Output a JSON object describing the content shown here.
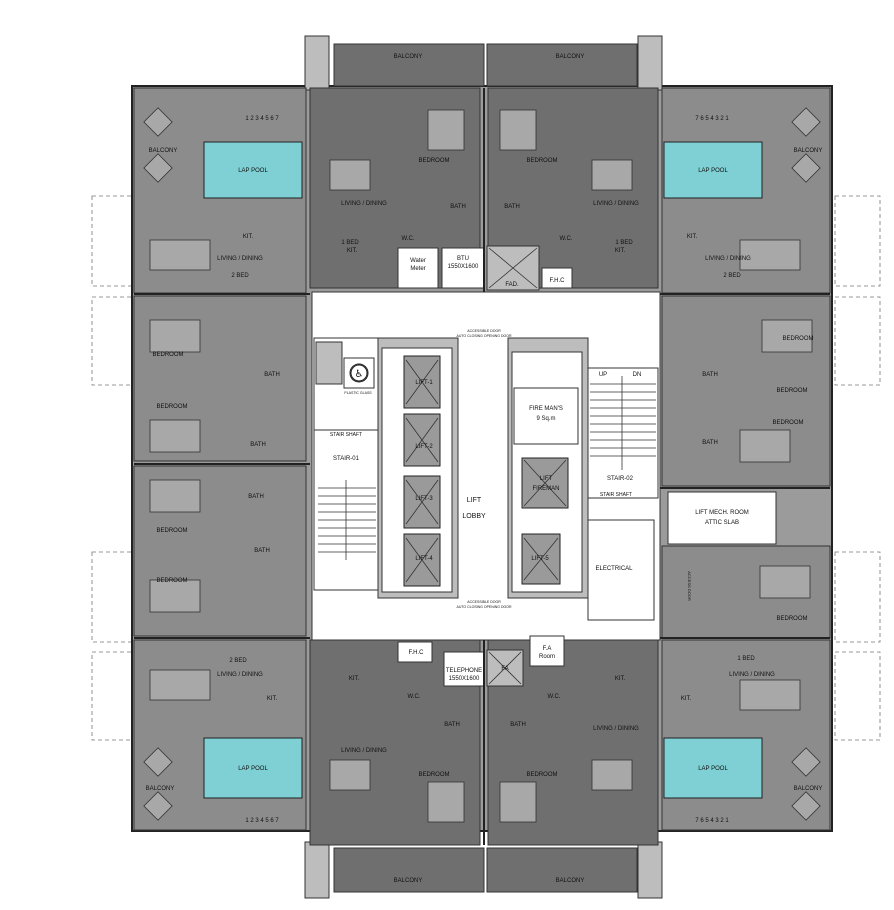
{
  "labels": {
    "balcony": "BALCONY",
    "lap_pool": "LAP POOL",
    "bedroom": "BEDROOM",
    "living_dining": "LIVING / DINING",
    "kit": "KIT.",
    "bath": "BATH",
    "wc": "W.C.",
    "bed_1": "1 BED",
    "bed_2": "2 BED",
    "water_meter_l1": "Water",
    "water_meter_l2": "Meter",
    "btu_l1": "BTU",
    "btu_l2": "1550X1600",
    "fad": "FAD.",
    "fhc": "F.H.C",
    "stair_shaft": "STAIR SHAFT",
    "stair_01": "STAIR-01",
    "stair_02": "STAIR-02",
    "lift_1": "LIFT-1",
    "lift_2": "LIFT-2",
    "lift_3": "LIFT-3",
    "lift_4": "LIFT-4",
    "lift_5": "LIFT-5",
    "lift_lobby_l1": "LIFT",
    "lift_lobby_l2": "LOBBY",
    "fireman_l1": "FIRE MAN'S",
    "fireman_l2": "9 Sq.m",
    "lift_fireman_l1": "LIFT",
    "lift_fireman_l2": "FIREMAN",
    "up": "UP",
    "dn": "DN",
    "lift_mech_l1": "LIFT MECH. ROOM",
    "lift_mech_l2": "ATTIC SLAB",
    "electrical": "ELECTRICAL",
    "access_door": "ACCESS DOOR",
    "telephone_l1": "TELEPHONE",
    "telephone_l2": "1550X1600",
    "fa_room_l1": "F.A",
    "fa_room_l2": "Room",
    "fa": "FA",
    "accessible_door_l1": "ACCESSIBLE DOOR",
    "accessible_door_l2": "AUTO CLOSING OPENING DOOR",
    "steps_left": "1 2 3 4 5 6 7",
    "steps_right": "7 6 5 4 3 2 1",
    "plastic_glass": "PLASTIC GLASS"
  },
  "colors": {
    "pool": "#7fd0d4",
    "room_gray": "#8c8c8c",
    "dark_gray": "#6f6f6f",
    "light_gray": "#bdbdbd"
  }
}
